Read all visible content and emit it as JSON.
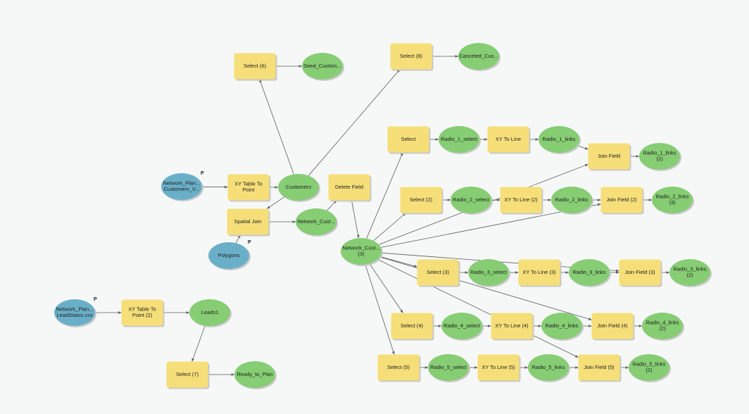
{
  "colors": {
    "background": "#f6f8f8",
    "tool": "#f6df79",
    "derived_data": "#86cd73",
    "input_data": "#6aafc8",
    "connector": "#5a5a5a",
    "shadow": "#c8c8c8"
  },
  "nodes": [
    {
      "id": "n1",
      "kind": "input",
      "lines": [
        "Network_Plan...",
        "Customers_V..."
      ],
      "param": "P"
    },
    {
      "id": "n2",
      "kind": "tool",
      "lines": [
        "XY Table To",
        "Point"
      ]
    },
    {
      "id": "n3",
      "kind": "data",
      "lines": [
        "Customers"
      ]
    },
    {
      "id": "n4",
      "kind": "tool",
      "lines": [
        "Select (6)"
      ]
    },
    {
      "id": "n5",
      "kind": "data",
      "lines": [
        "Seed_Custom..."
      ]
    },
    {
      "id": "n6",
      "kind": "tool",
      "lines": [
        "Select (8)"
      ]
    },
    {
      "id": "n7",
      "kind": "data",
      "lines": [
        "Canceled_Cus..."
      ]
    },
    {
      "id": "n8",
      "kind": "tool",
      "lines": [
        "Spatial Join"
      ]
    },
    {
      "id": "n9",
      "kind": "data",
      "lines": [
        "Network_Cust..."
      ]
    },
    {
      "id": "n10",
      "kind": "input",
      "lines": [
        "Polygons"
      ],
      "param": "P"
    },
    {
      "id": "n11",
      "kind": "tool",
      "lines": [
        "Delete Field"
      ]
    },
    {
      "id": "n12",
      "kind": "data",
      "lines": [
        "Network_Cust...",
        "(3)"
      ]
    },
    {
      "id": "n13",
      "kind": "tool",
      "lines": [
        "Select"
      ]
    },
    {
      "id": "n14",
      "kind": "data",
      "lines": [
        "Radio_1_select"
      ]
    },
    {
      "id": "n15",
      "kind": "tool",
      "lines": [
        "XY To Line"
      ]
    },
    {
      "id": "n16",
      "kind": "data",
      "lines": [
        "Radio_1_links"
      ]
    },
    {
      "id": "n17",
      "kind": "tool",
      "lines": [
        "Join Field"
      ]
    },
    {
      "id": "n18",
      "kind": "data",
      "lines": [
        "Radio_1_links",
        "(2)"
      ]
    },
    {
      "id": "n19",
      "kind": "tool",
      "lines": [
        "Select (2)"
      ]
    },
    {
      "id": "n20",
      "kind": "data",
      "lines": [
        "Radio_2_select"
      ]
    },
    {
      "id": "n21",
      "kind": "tool",
      "lines": [
        "XY To Line (2)"
      ]
    },
    {
      "id": "n22",
      "kind": "data",
      "lines": [
        "Radio_2_links"
      ]
    },
    {
      "id": "n23",
      "kind": "tool",
      "lines": [
        "Join Field (2)"
      ]
    },
    {
      "id": "n24",
      "kind": "data",
      "lines": [
        "Radio_2_links",
        "(3)"
      ]
    },
    {
      "id": "n25",
      "kind": "tool",
      "lines": [
        "Select (3)"
      ]
    },
    {
      "id": "n26",
      "kind": "data",
      "lines": [
        "Radio_3_select"
      ]
    },
    {
      "id": "n27",
      "kind": "tool",
      "lines": [
        "XY To Line (3)"
      ]
    },
    {
      "id": "n28",
      "kind": "data",
      "lines": [
        "Radio_3_links"
      ]
    },
    {
      "id": "n29",
      "kind": "tool",
      "lines": [
        "Join Field (3)"
      ]
    },
    {
      "id": "n30",
      "kind": "data",
      "lines": [
        "Radio_3_links",
        "(2)"
      ]
    },
    {
      "id": "n31",
      "kind": "tool",
      "lines": [
        "Select (4)"
      ]
    },
    {
      "id": "n32",
      "kind": "data",
      "lines": [
        "Radio_4_select"
      ]
    },
    {
      "id": "n33",
      "kind": "tool",
      "lines": [
        "XY To Line (4)"
      ]
    },
    {
      "id": "n34",
      "kind": "data",
      "lines": [
        "Radio_4_links"
      ]
    },
    {
      "id": "n35",
      "kind": "tool",
      "lines": [
        "Join Field (4)"
      ]
    },
    {
      "id": "n36",
      "kind": "data",
      "lines": [
        "Radio_4_links",
        "(2)"
      ]
    },
    {
      "id": "n37",
      "kind": "tool",
      "lines": [
        "Select (5)"
      ]
    },
    {
      "id": "n38",
      "kind": "data",
      "lines": [
        "Radio_5_select"
      ]
    },
    {
      "id": "n39",
      "kind": "tool",
      "lines": [
        "XY To Line (5)"
      ]
    },
    {
      "id": "n40",
      "kind": "data",
      "lines": [
        "Radio_5_links"
      ]
    },
    {
      "id": "n41",
      "kind": "tool",
      "lines": [
        "Join Field (5)"
      ]
    },
    {
      "id": "n42",
      "kind": "data",
      "lines": [
        "Radio_5_links",
        "(2)"
      ]
    },
    {
      "id": "n43",
      "kind": "input",
      "lines": [
        "Network_Plan...",
        "LeadStatus.csv"
      ],
      "param": "P"
    },
    {
      "id": "n44",
      "kind": "tool",
      "lines": [
        "XY Table To",
        "Point (2)"
      ]
    },
    {
      "id": "n45",
      "kind": "data",
      "lines": [
        "Leads1"
      ]
    },
    {
      "id": "n46",
      "kind": "tool",
      "lines": [
        "Select (7)"
      ]
    },
    {
      "id": "n47",
      "kind": "data",
      "lines": [
        "Ready_to_Plan"
      ]
    }
  ],
  "edges": [
    [
      "n1",
      "n2"
    ],
    [
      "n2",
      "n3"
    ],
    [
      "n3",
      "n4"
    ],
    [
      "n4",
      "n5"
    ],
    [
      "n3",
      "n6"
    ],
    [
      "n6",
      "n7"
    ],
    [
      "n3",
      "n8"
    ],
    [
      "n10",
      "n8"
    ],
    [
      "n8",
      "n9"
    ],
    [
      "n9",
      "n11"
    ],
    [
      "n11",
      "n12"
    ],
    [
      "n12",
      "n13"
    ],
    [
      "n12",
      "n19"
    ],
    [
      "n12",
      "n25"
    ],
    [
      "n12",
      "n31"
    ],
    [
      "n12",
      "n37"
    ],
    [
      "n12",
      "n17"
    ],
    [
      "n12",
      "n23"
    ],
    [
      "n12",
      "n29"
    ],
    [
      "n12",
      "n35"
    ],
    [
      "n12",
      "n41"
    ],
    [
      "n13",
      "n14"
    ],
    [
      "n14",
      "n15"
    ],
    [
      "n15",
      "n16"
    ],
    [
      "n16",
      "n17"
    ],
    [
      "n17",
      "n18"
    ],
    [
      "n19",
      "n20"
    ],
    [
      "n20",
      "n21"
    ],
    [
      "n21",
      "n22"
    ],
    [
      "n22",
      "n23"
    ],
    [
      "n23",
      "n24"
    ],
    [
      "n25",
      "n26"
    ],
    [
      "n26",
      "n27"
    ],
    [
      "n27",
      "n28"
    ],
    [
      "n28",
      "n29"
    ],
    [
      "n29",
      "n30"
    ],
    [
      "n31",
      "n32"
    ],
    [
      "n32",
      "n33"
    ],
    [
      "n33",
      "n34"
    ],
    [
      "n34",
      "n35"
    ],
    [
      "n35",
      "n36"
    ],
    [
      "n37",
      "n38"
    ],
    [
      "n38",
      "n39"
    ],
    [
      "n39",
      "n40"
    ],
    [
      "n40",
      "n41"
    ],
    [
      "n41",
      "n42"
    ],
    [
      "n43",
      "n44"
    ],
    [
      "n44",
      "n45"
    ],
    [
      "n45",
      "n46"
    ],
    [
      "n46",
      "n47"
    ]
  ]
}
